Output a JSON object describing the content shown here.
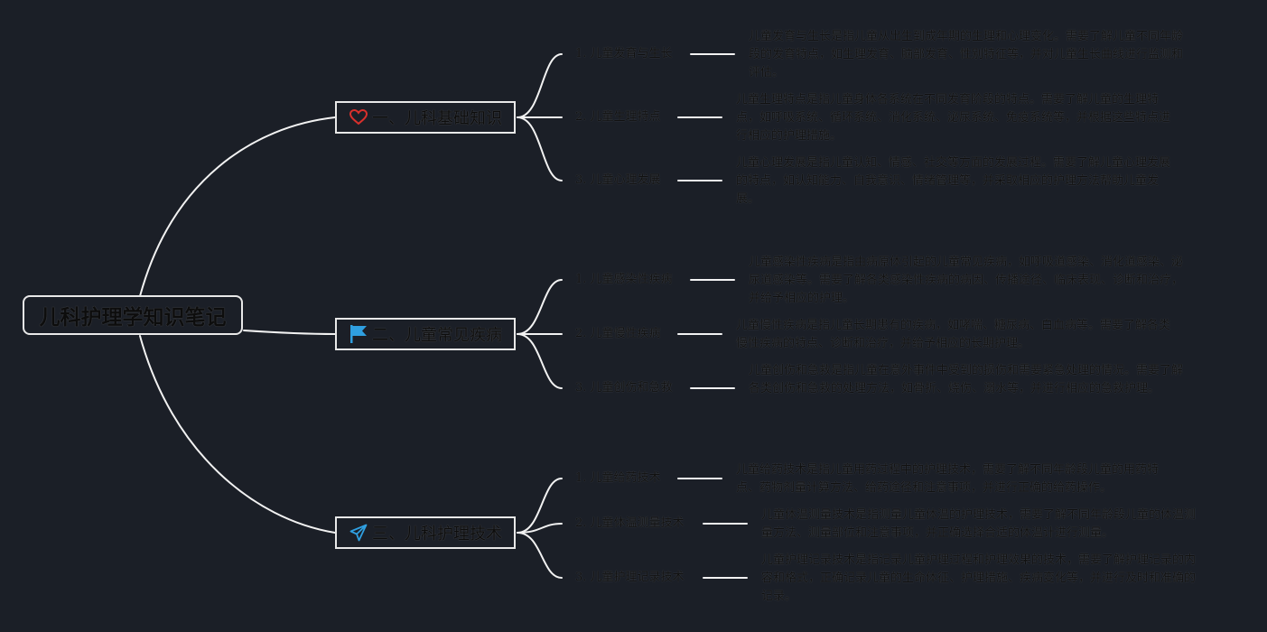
{
  "root": {
    "title": "儿科护理学知识笔记"
  },
  "branches": [
    {
      "icon": "heart-icon",
      "icon_color": "#d9302c",
      "title": "一、儿科基础知识",
      "items": [
        {
          "label": "1. 儿童发育与生长",
          "desc": "儿童发育与生长是指儿童从出生到成年期的生理和心理变化。需要了解儿童不同年龄段的发育特点，如生理发育、脑部发育、性别特征等，并对儿童生长曲线进行监测和评估。"
        },
        {
          "label": "2. 儿童生理特点",
          "desc": "儿童生理特点是指儿童身体各系统在不同发育阶段的特点。需要了解儿童的生理特点，如呼吸系统、循环系统、消化系统、泌尿系统、免疫系统等，并根据这些特点进行相应的护理措施。"
        },
        {
          "label": "3. 儿童心理发展",
          "desc": "儿童心理发展是指儿童认知、情感、社交等方面的发展过程。需要了解儿童心理发展的特点，如认知能力、自我意识、情绪管理等，并采取相应的护理方法帮助儿童发展。"
        }
      ]
    },
    {
      "icon": "flag-icon",
      "icon_color": "#2f9fe0",
      "title": "二、儿童常见疾病",
      "items": [
        {
          "label": "1. 儿童感染性疾病",
          "desc": "儿童感染性疾病是指由病原体引起的儿童常见疾病，如呼吸道感染、消化道感染、泌尿道感染等。需要了解各类感染性疾病的病因、传播途径、临床表现、诊断和治疗，并给予相应的护理。"
        },
        {
          "label": "2. 儿童慢性疾病",
          "desc": "儿童慢性疾病是指儿童长期患有的疾病，如哮喘、糖尿病、白血病等。需要了解各类慢性疾病的特点、诊断和治疗，并给予相应的长期护理。"
        },
        {
          "label": "3. 儿童创伤和急救",
          "desc": "儿童创伤和急救是指儿童在意外事件中受到的损伤和需要紧急处理的情况。需要了解各类创伤和急救的处理方法，如骨折、烧伤、溺水等，并进行相应的急救护理。"
        }
      ]
    },
    {
      "icon": "paper-plane-icon",
      "icon_color": "#2f9fe0",
      "title": "三、儿科护理技术",
      "items": [
        {
          "label": "1. 儿童给药技术",
          "desc": "儿童给药技术是指儿童用药过程中的护理技术，需要了解不同年龄段儿童的用药特点、药物剂量计算方法、给药途径和注意事项，并进行正确的给药操作。"
        },
        {
          "label": "2. 儿童体温测量技术",
          "desc": "儿童体温测量技术是指测量儿童体温的护理技术，需要了解不同年龄段儿童的体温测量方法、测量部位和注意事项，并正确选择合适的体温计进行测量。"
        },
        {
          "label": "3. 儿童护理记录技术",
          "desc": "儿童护理记录技术是指记录儿童护理过程和护理效果的技术，需要了解护理记录的内容和格式，正确记录儿童的生命体征、护理措施、疾病变化等，并进行及时和准确的记录。"
        }
      ]
    }
  ]
}
